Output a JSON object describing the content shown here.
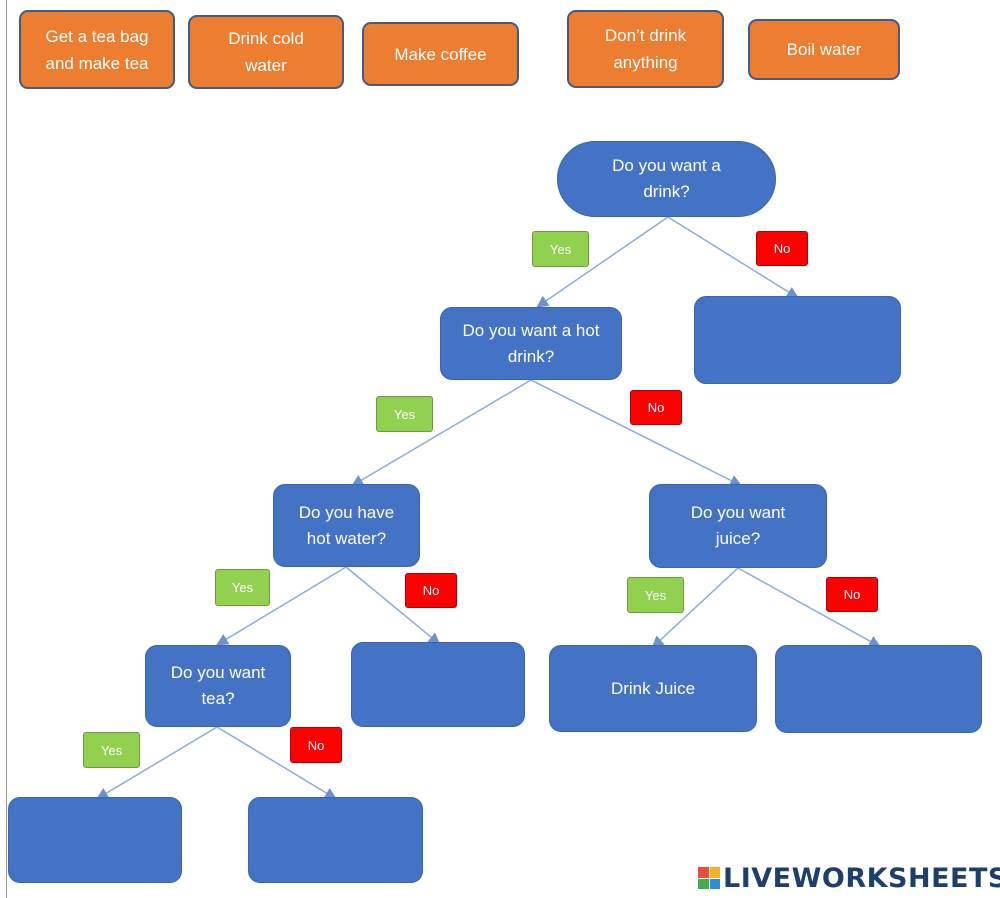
{
  "options": [
    {
      "id": "opt-tea",
      "label": "Get a tea bag\nand make tea"
    },
    {
      "id": "opt-cold-water",
      "label": "Drink cold\nwater"
    },
    {
      "id": "opt-coffee",
      "label": "Make coffee"
    },
    {
      "id": "opt-nothing",
      "label": "Don’t drink\nanything"
    },
    {
      "id": "opt-boil",
      "label": "Boil water"
    }
  ],
  "questions": {
    "q1": "Do you want a\ndrink?",
    "q2": "Do you want a hot\ndrink?",
    "q3": "Do you have\nhot water?",
    "q4": "Do you want\njuice?",
    "q5": "Do you want\ntea?"
  },
  "answers": {
    "a_no_drink": "",
    "a_no_hot_water": "",
    "a_juice_yes": "Drink Juice",
    "a_juice_no": "",
    "a_tea_yes": "",
    "a_tea_no": ""
  },
  "labels": {
    "yes": "Yes",
    "no": "No"
  },
  "brand": {
    "text": "LIVEWORKSHEETS"
  },
  "colors": {
    "option_fill": "#ed7d31",
    "node_fill": "#4472c4",
    "yes_fill": "#92d050",
    "no_fill": "#ff0000",
    "connector": "#8eaadb"
  }
}
